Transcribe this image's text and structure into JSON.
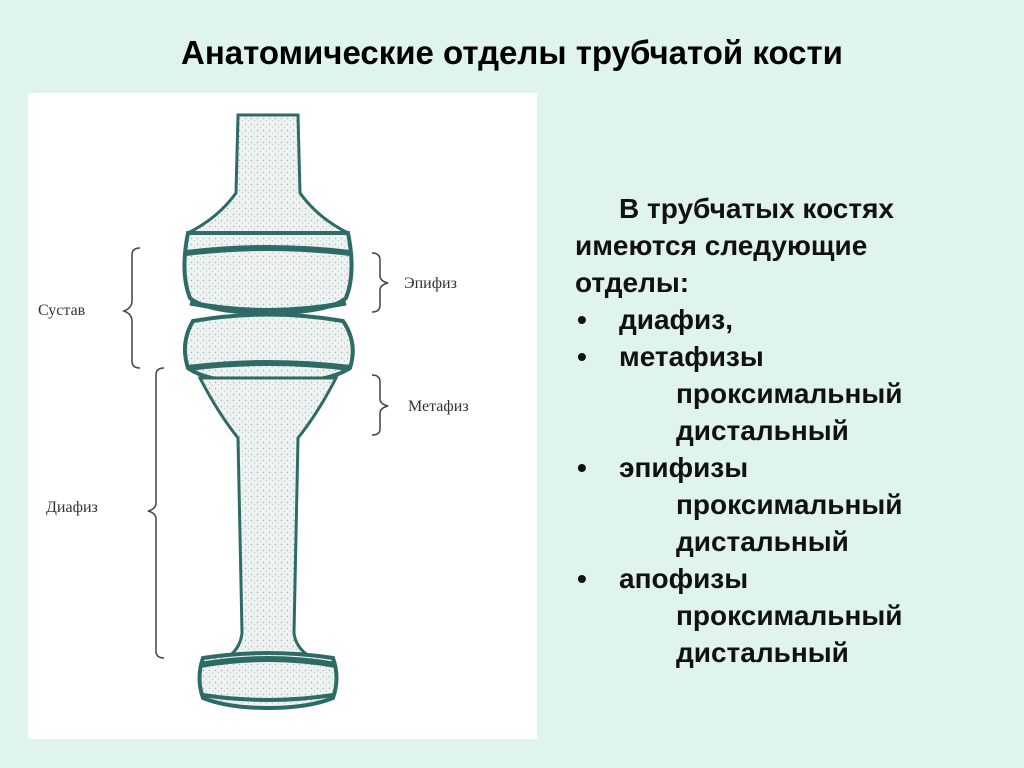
{
  "title": "Анатомические отделы трубчатой кости",
  "figure": {
    "labels": {
      "joint": "Сустав",
      "diaphysis": "Диафиз",
      "epiphysis": "Эпифиз",
      "metaphysis": "Метафиз"
    },
    "colors": {
      "outline": "#2f6b66",
      "fill": "#e6eeec"
    }
  },
  "text": {
    "intro_lines": [
      "В трубчатых костях",
      "имеются следующие",
      "отделы:"
    ],
    "bullet_glyph": "•",
    "items": [
      {
        "label": "диафиз,",
        "sub": []
      },
      {
        "label": "метафизы",
        "sub": [
          "проксимальный",
          "дистальный"
        ]
      },
      {
        "label": "эпифизы",
        "sub": [
          "проксимальный",
          "дистальный"
        ]
      },
      {
        "label": "апофизы",
        "sub": [
          "проксимальный",
          "дистальный"
        ]
      }
    ]
  }
}
